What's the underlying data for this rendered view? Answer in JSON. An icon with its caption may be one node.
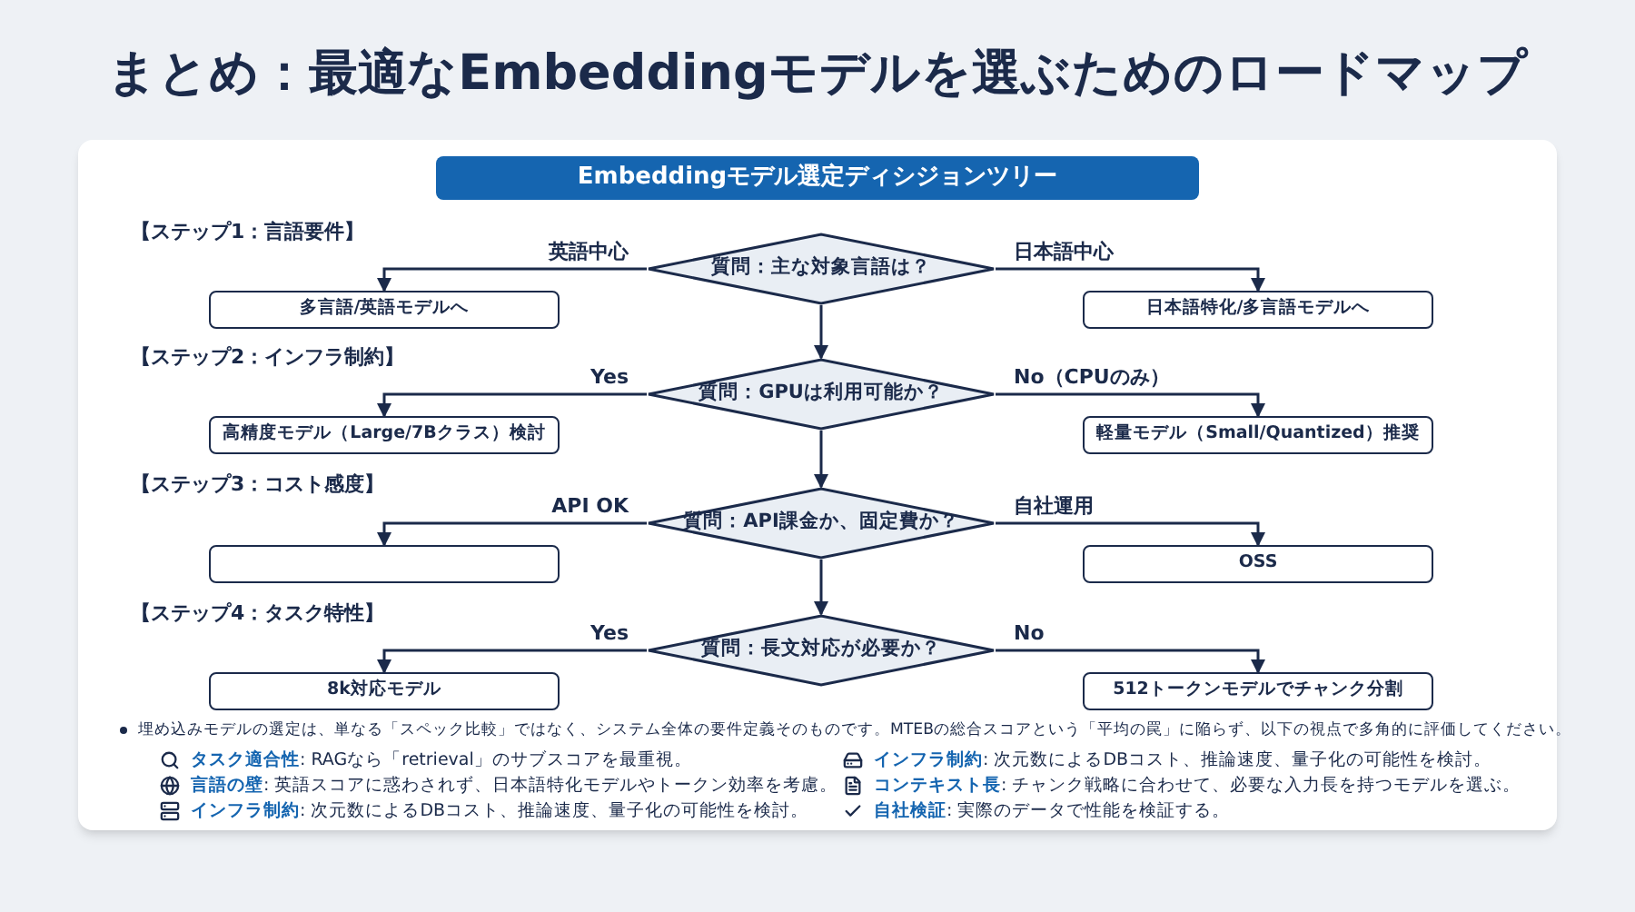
{
  "diagram": {
    "title": "まとめ：最適なEmbeddingモデルを選ぶためのロードマップ",
    "nodes": [
      {
        "text": [
          "Embeddingモデル選定ディシジョンツリー"
        ]
      },
      {
        "text": [
          "質問：主な対象言語は？"
        ]
      },
      {
        "text": [
          "多言語/英語モデルへ"
        ]
      },
      {
        "text": [
          "日本語特化/多言語モデルへ"
        ]
      },
      {
        "text": [
          "質問：GPUは利用可能か？"
        ]
      },
      {
        "text": [
          "高精度モデル（Large/7Bクラス）検討"
        ]
      },
      {
        "text": [
          "軽量モデル（Small/Quantized）推奨"
        ]
      },
      {
        "text": [
          "質問：API課金か、固定費か？"
        ]
      },
      {
        "text": [],
        "shape": "box"
      },
      {
        "text": [
          "OSS"
        ]
      },
      {
        "text": [
          "質問：長文対応が必要か？"
        ]
      },
      {
        "text": [
          "8k対応モデル"
        ]
      },
      {
        "text": [
          "512トークンモデルでチャンク分割"
        ]
      }
    ],
    "edges": [
      {
        "from": 1,
        "to": 2,
        "arrow": "to",
        "label": "英語中心"
      },
      {
        "from": 1,
        "to": 3,
        "arrow": "to",
        "label": "日本語中心"
      },
      {
        "from": 1,
        "to": 4,
        "arrow": "to"
      },
      {
        "from": 4,
        "to": 5,
        "arrow": "to",
        "label": "Yes"
      },
      {
        "from": 4,
        "to": 6,
        "arrow": "to",
        "label": "No（CPUのみ）"
      },
      {
        "from": 4,
        "to": 7,
        "arrow": "to"
      },
      {
        "from": 7,
        "to": 8,
        "arrow": "to",
        "label": "API OK"
      },
      {
        "from": 7,
        "to": 9,
        "arrow": "to",
        "label": "自社運用"
      },
      {
        "from": 7,
        "to": 10,
        "arrow": "to"
      },
      {
        "from": 10,
        "to": 11,
        "arrow": "to",
        "label": "Yes"
      },
      {
        "from": 10,
        "to": 12,
        "arrow": "to",
        "label": "No"
      }
    ],
    "labels": [
      "【ステップ1：言語要件】",
      "【ステップ2：インフラ制約】",
      "【ステップ3：コスト感度】",
      "【ステップ4：タスク特性】",
      "埋め込みモデルの選定は、単なる「スペック比較」ではなく、システム全体の要件定義そのものです。MTEBの総合スコアという「平均の罠」に陥らず、以下の視点で多角的に評価してください。",
      "**タスク適合性**: RAGなら「retrieval」のサブスコアを最重視。",
      "**言語の壁**: 英語スコアに惑わされず、日本語特化モデルやトークン効率を考慮。",
      "**インフラ制約**: 次元数によるDBコスト、推論速度、量子化の可能性を検討。",
      "**インフラ制約**: 次元数によるDBコスト、推論速度、量子化の可能性を検討。",
      "**コンテキスト長**: チャンク戦略に合わせて、必要な入力長を持つモデルを選ぶ。",
      "**自社検証**: 実際のデータで性能を検証する。"
    ]
  }
}
